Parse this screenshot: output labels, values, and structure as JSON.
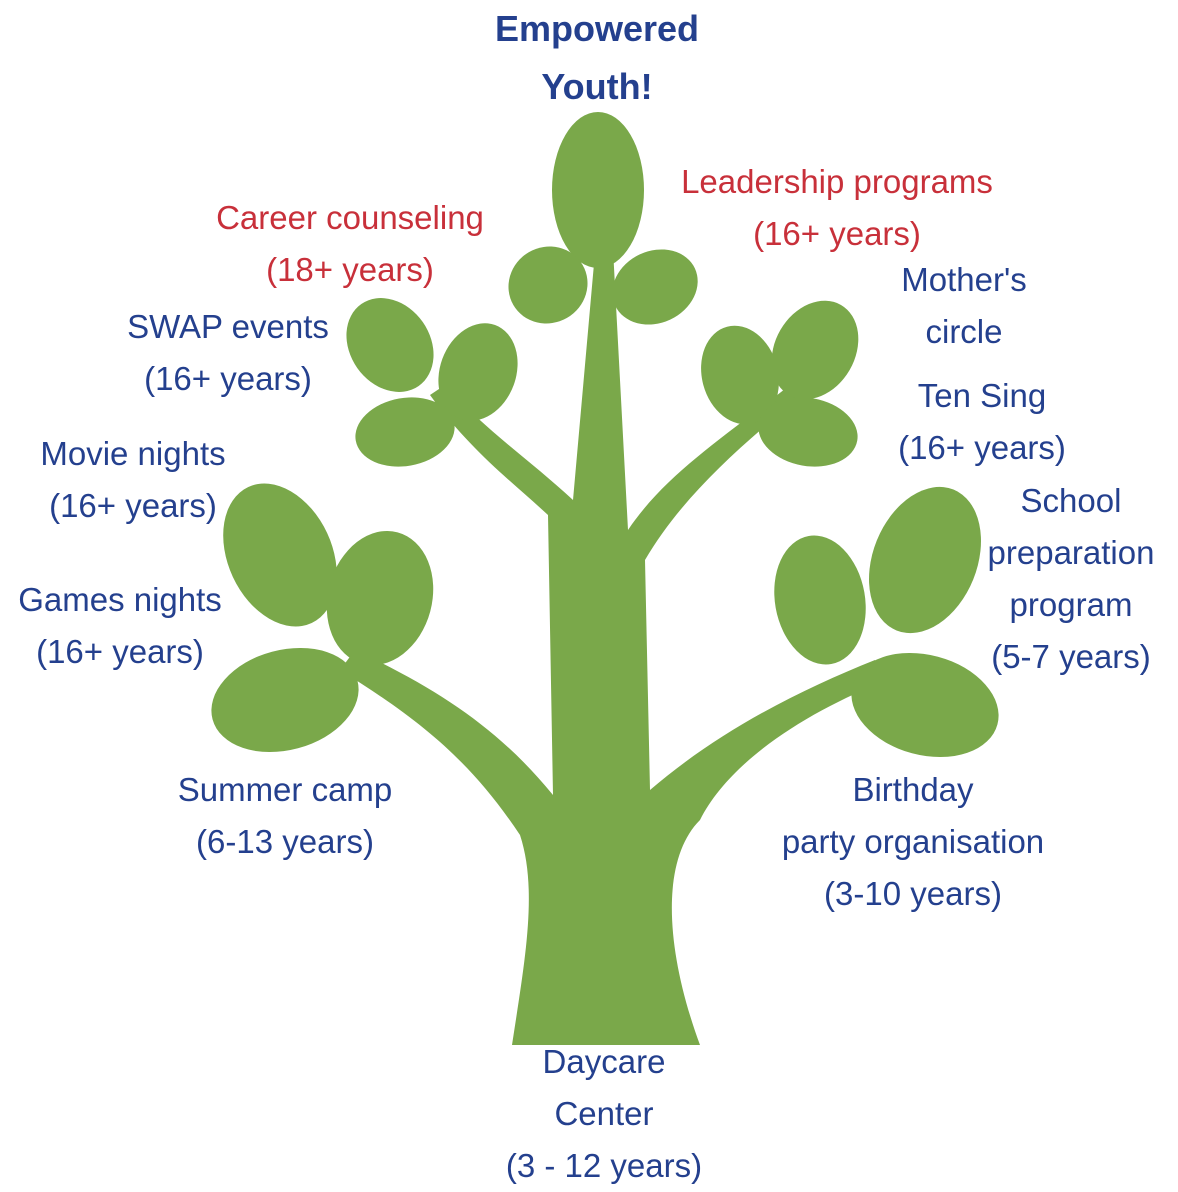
{
  "colors": {
    "tree": "#7aa84a",
    "text_blue": "#24408e",
    "text_red": "#c8303a",
    "background": "#ffffff"
  },
  "title": [
    "Empowered",
    "Youth!"
  ],
  "labels": {
    "leadership": [
      "Leadership programs",
      "(16+ years)"
    ],
    "career": [
      "Career counseling",
      "(18+ years)"
    ],
    "mothers": [
      "Mother's",
      "circle"
    ],
    "swap": [
      "SWAP events",
      "(16+ years)"
    ],
    "tensing": [
      "Ten Sing",
      "(16+ years)"
    ],
    "movie": [
      "Movie nights",
      "(16+ years)"
    ],
    "school": [
      "School",
      "preparation",
      "program",
      "(5-7 years)"
    ],
    "games": [
      "Games nights",
      "(16+ years)"
    ],
    "summer": [
      "Summer camp",
      "(6-13 years)"
    ],
    "birthday": [
      "Birthday",
      "party organisation",
      "(3-10 years)"
    ],
    "daycare": [
      "Daycare",
      "Center",
      "(3 - 12 years)"
    ]
  }
}
